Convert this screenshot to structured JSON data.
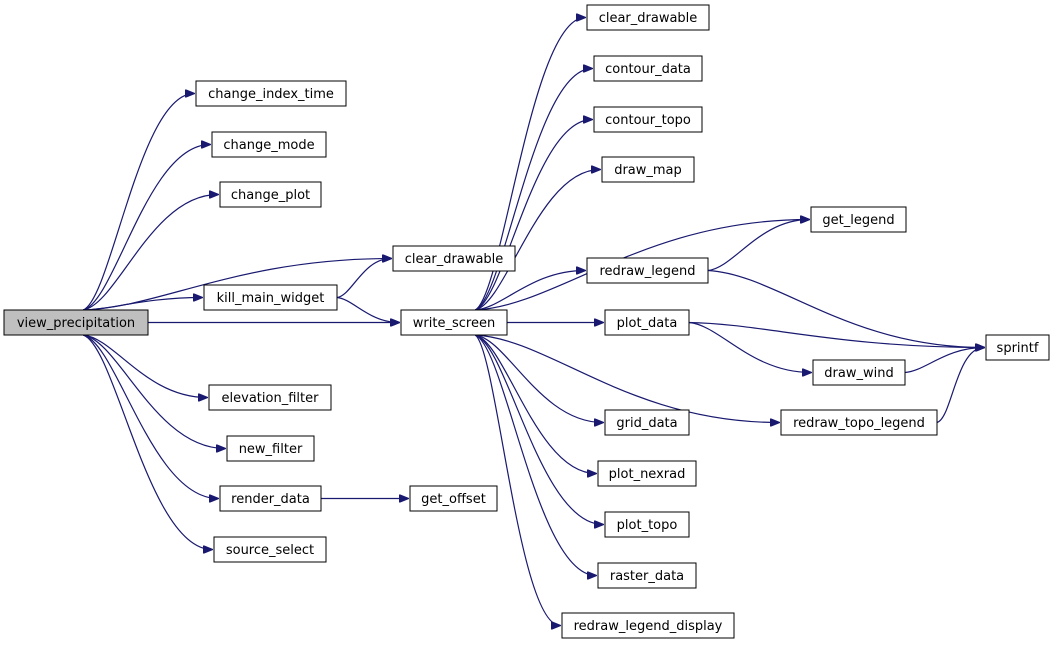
{
  "nodes": {
    "view_precipitation": {
      "label": "view_precipitation",
      "fill": "#bfbfbf"
    },
    "change_index_time": {
      "label": "change_index_time"
    },
    "change_mode": {
      "label": "change_mode"
    },
    "change_plot": {
      "label": "change_plot"
    },
    "clear_drawable_a": {
      "label": "clear_drawable"
    },
    "kill_main_widget": {
      "label": "kill_main_widget"
    },
    "write_screen": {
      "label": "write_screen"
    },
    "elevation_filter": {
      "label": "elevation_filter"
    },
    "new_filter": {
      "label": "new_filter"
    },
    "render_data": {
      "label": "render_data"
    },
    "source_select": {
      "label": "source_select"
    },
    "get_offset": {
      "label": "get_offset"
    },
    "clear_drawable_b": {
      "label": "clear_drawable"
    },
    "contour_data": {
      "label": "contour_data"
    },
    "contour_topo": {
      "label": "contour_topo"
    },
    "draw_map": {
      "label": "draw_map"
    },
    "get_legend": {
      "label": "get_legend"
    },
    "redraw_legend": {
      "label": "redraw_legend"
    },
    "plot_data": {
      "label": "plot_data"
    },
    "sprintf": {
      "label": "sprintf"
    },
    "draw_wind": {
      "label": "draw_wind"
    },
    "redraw_topo_legend": {
      "label": "redraw_topo_legend"
    },
    "grid_data": {
      "label": "grid_data"
    },
    "plot_nexrad": {
      "label": "plot_nexrad"
    },
    "plot_topo": {
      "label": "plot_topo"
    },
    "raster_data": {
      "label": "raster_data"
    },
    "redraw_legend_display": {
      "label": "redraw_legend_display"
    }
  },
  "edges": [
    [
      "view_precipitation",
      "change_index_time"
    ],
    [
      "view_precipitation",
      "change_mode"
    ],
    [
      "view_precipitation",
      "change_plot"
    ],
    [
      "view_precipitation",
      "clear_drawable_a"
    ],
    [
      "view_precipitation",
      "kill_main_widget"
    ],
    [
      "view_precipitation",
      "write_screen"
    ],
    [
      "view_precipitation",
      "elevation_filter"
    ],
    [
      "view_precipitation",
      "new_filter"
    ],
    [
      "view_precipitation",
      "render_data"
    ],
    [
      "view_precipitation",
      "source_select"
    ],
    [
      "kill_main_widget",
      "clear_drawable_a"
    ],
    [
      "kill_main_widget",
      "write_screen"
    ],
    [
      "render_data",
      "get_offset"
    ],
    [
      "write_screen",
      "clear_drawable_b"
    ],
    [
      "write_screen",
      "contour_data"
    ],
    [
      "write_screen",
      "contour_topo"
    ],
    [
      "write_screen",
      "draw_map"
    ],
    [
      "write_screen",
      "get_legend"
    ],
    [
      "write_screen",
      "redraw_legend"
    ],
    [
      "write_screen",
      "plot_data"
    ],
    [
      "write_screen",
      "redraw_topo_legend"
    ],
    [
      "write_screen",
      "grid_data"
    ],
    [
      "write_screen",
      "plot_nexrad"
    ],
    [
      "write_screen",
      "plot_topo"
    ],
    [
      "write_screen",
      "raster_data"
    ],
    [
      "write_screen",
      "redraw_legend_display"
    ],
    [
      "redraw_legend",
      "get_legend"
    ],
    [
      "redraw_legend",
      "sprintf"
    ],
    [
      "plot_data",
      "sprintf"
    ],
    [
      "plot_data",
      "draw_wind"
    ],
    [
      "draw_wind",
      "sprintf"
    ],
    [
      "redraw_topo_legend",
      "sprintf"
    ]
  ],
  "colors": {
    "edge": "#191970",
    "node_border": "#000000",
    "node_fill": "#ffffff"
  }
}
